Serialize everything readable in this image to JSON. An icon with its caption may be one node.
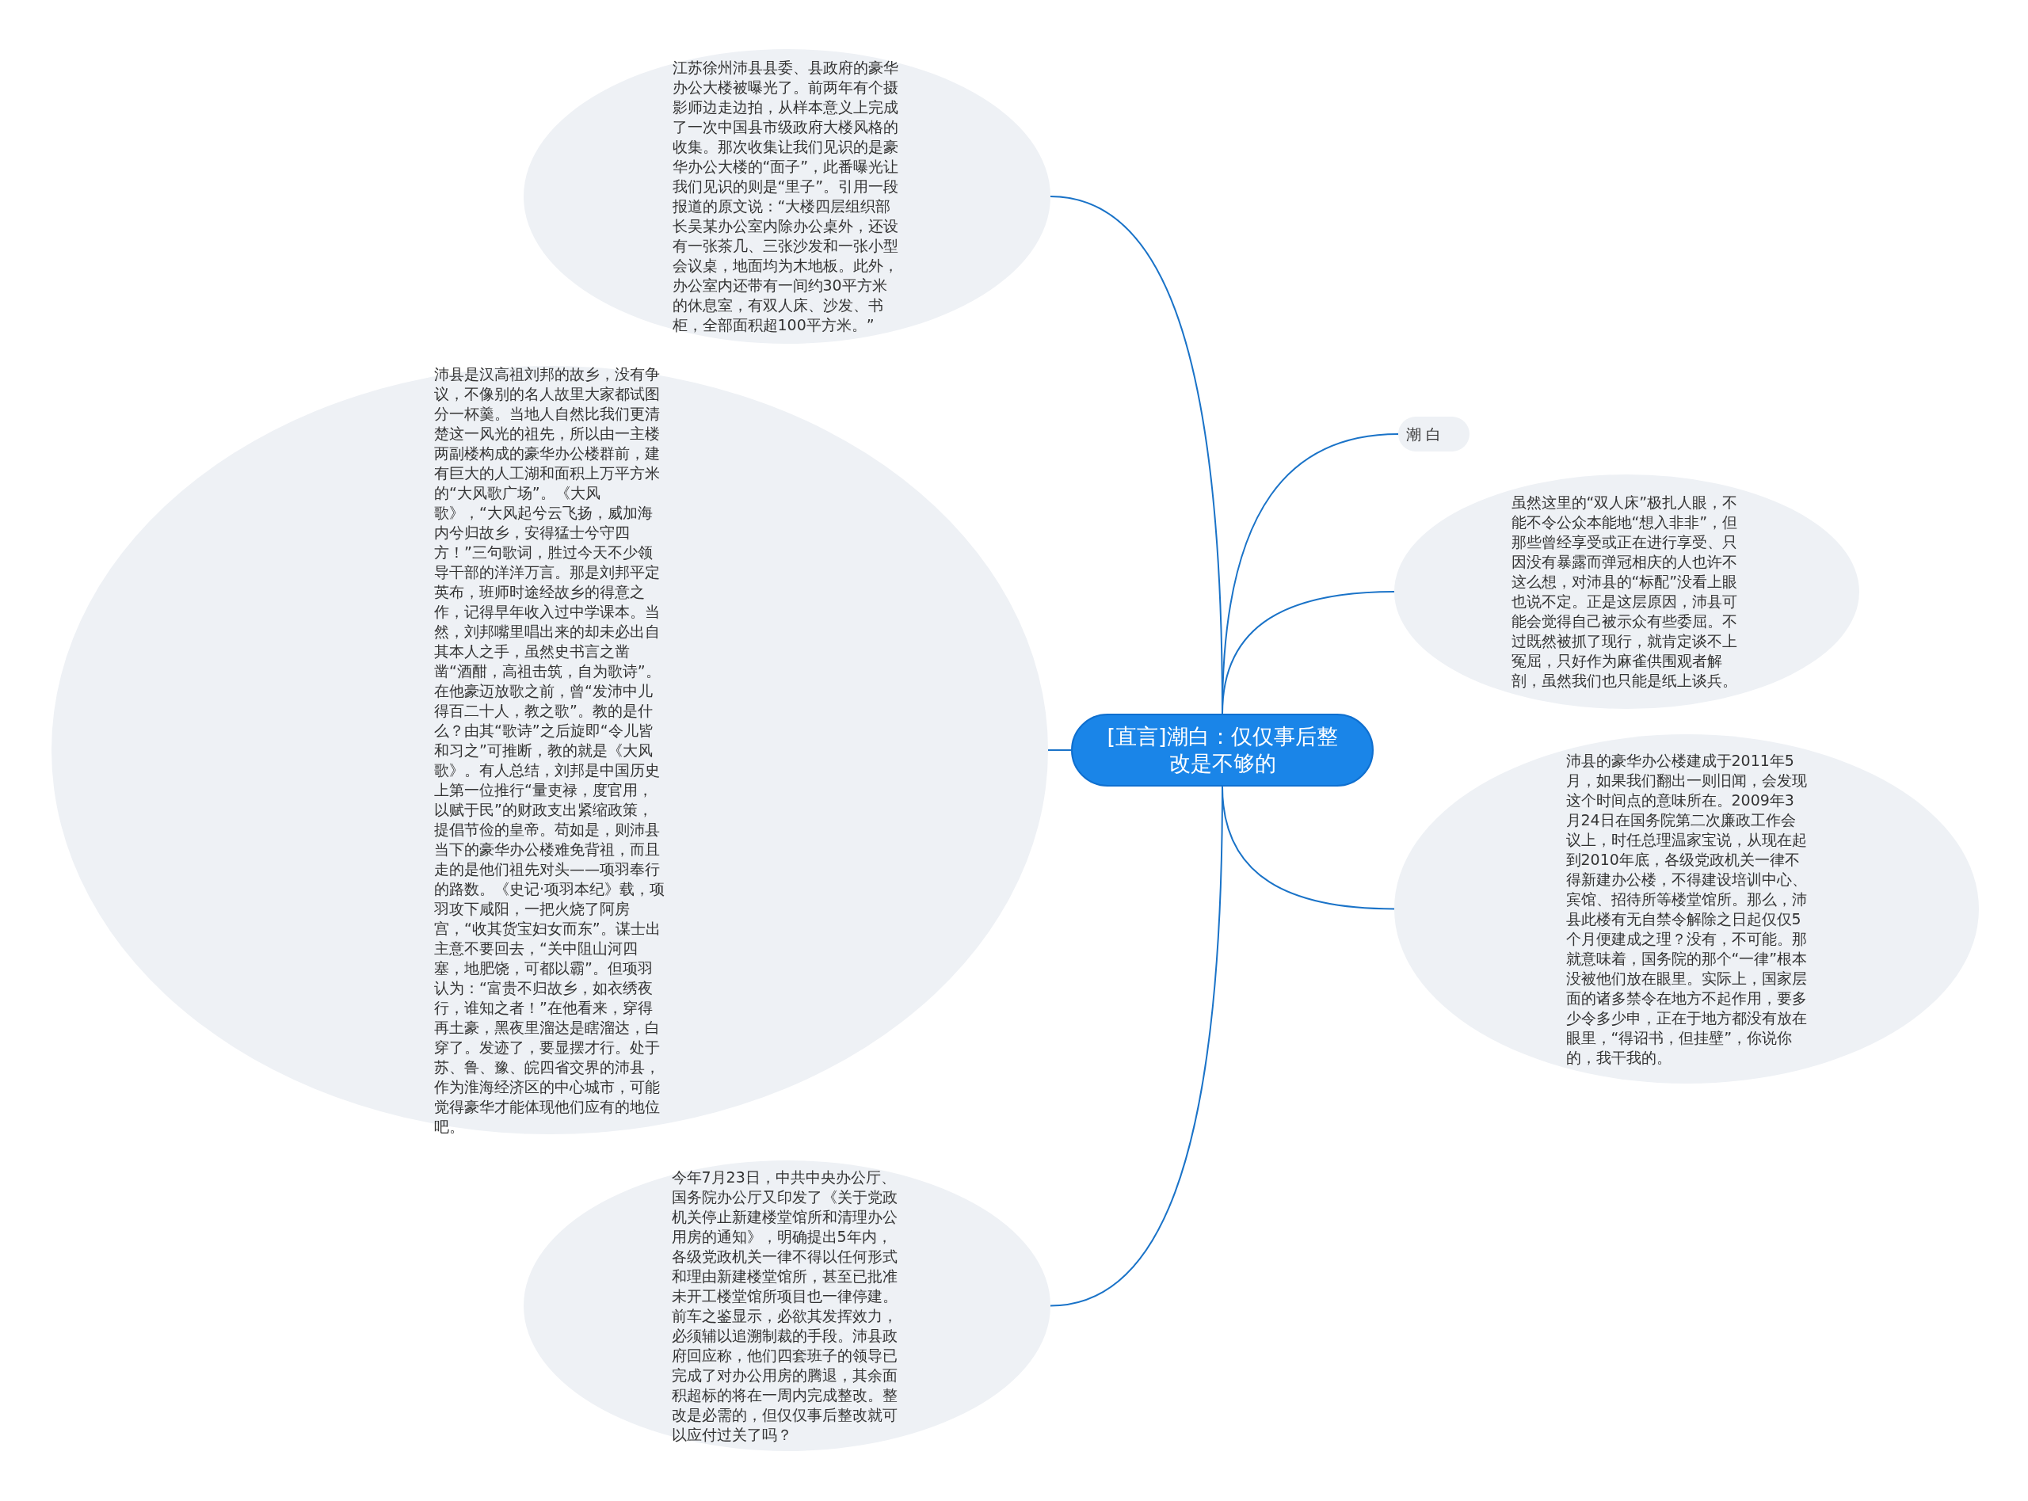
{
  "diagram": {
    "nodes": [
      {
        "text": [
          "[直言]潮白：仅仅事后整改是不够的"
        ]
      },
      {
        "text": [
          "江苏徐州沛县县委、县政府的豪华办公大楼被曝光了。前两年有个摄影师边走边拍，从样本意义上完成了一次中国县市级政府大楼风格的收集。那次收集让我们见识的是豪华办公大楼的“面子”，此番曝光让我们见识的则是“里子”。引用一段报道的原文说：“大楼四层组织部长吴某办公室内除办公桌外，还设有一张茶几、三张沙发和一张小型会议桌，地面均为木地板。此外，办公室内还带有一间约30平方米的休息室，有双人床、沙发、书柜，全部面积超100平方米。”"
        ]
      },
      {
        "text": [
          "沛县是汉高祖刘邦的故乡，没有争议，不像别的名人故里大家都试图分一杯羹。当地人自然比我们更清楚这一风光的祖先，所以由一主楼两副楼构成的豪华办公楼群前，建有巨大的人工湖和面积上万平方米的“大风歌广场”。《大风歌》，“大风起兮云飞扬，威加海内兮归故乡，安得猛士兮守四方！”三句歌词，胜过今天不少领导干部的洋洋万言。那是刘邦平定英布，班师时途经故乡的得意之作，记得早年收入过中学课本。当然，刘邦嘴里唱出来的却未必出自其本人之手，虽然史书言之凿凿“酒酣，高祖击筑，自为歌诗”。在他豪迈放歌之前，曾“发沛中儿得百二十人，教之歌”。教的是什么？由其“歌诗”之后旋即“令儿皆和习之”可推断，教的就是《大风歌》。有人总结，刘邦是中国历史上第一位推行“量吏禄，度官用，以赋于民”的财政支出紧缩政策，提倡节俭的皇帝。苟如是，则沛县当下的豪华办公楼难免背祖，而且走的是他们祖先对头——项羽奉行的路数。《史记·项羽本纪》载，项羽攻下咸阳，一把火烧了阿房宫，“收其货宝妇女而东”。谋士出主意不要回去，“关中阻山河四塞，地肥饶，可都以霸”。但项羽认为：“富贵不归故乡，如衣绣夜行，谁知之者！”在他看来，穿得再土豪，黑夜里溜达是瞎溜达，白穿了。发迹了，要显摆才行。处于苏、鲁、豫、皖四省交界的沛县，作为淮海经济区的中心城市，可能觉得豪华才能体现他们应有的地位吧。"
        ]
      },
      {
        "text": [
          "今年7月23日，中共中央办公厅、国务院办公厅又印发了《关于党政机关停止新建楼堂馆所和清理办公用房的通知》，明确提出5年内，各级党政机关一律不得以任何形式和理由新建楼堂馆所，甚至已批准未开工楼堂馆所项目也一律停建。前车之鉴显示，必欲其发挥效力，必须辅以追溯制裁的手段。沛县政府回应称，他们四套班子的领导已完成了对办公用房的腾退，其余面积超标的将在一周内完成整改。整改是必需的，但仅仅事后整改就可以应付过关了吗？"
        ]
      },
      {
        "text": [
          "潮 白"
        ]
      },
      {
        "text": [
          "虽然这里的“双人床”极扎人眼，不能不令公众本能地“想入非非”，但那些曾经享受或正在进行享受、只因没有暴露而弹冠相庆的人也许不这么想，对沛县的“标配”没看上眼也说不定。正是这层原因，沛县可能会觉得自己被示众有些委屈。不过既然被抓了现行，就肯定谈不上冤屈，只好作为麻雀供围观者解剖，虽然我们也只能是纸上谈兵。"
        ]
      },
      {
        "text": [
          "沛县的豪华办公楼建成于2011年5月，如果我们翻出一则旧闻，会发现这个时间点的意味所在。2009年3月24日在国务院第二次廉政工作会议上，时任总理温家宝说，从现在起到2010年底，各级党政机关一律不得新建办公楼，不得建设培训中心、宾馆、招待所等楼堂馆所。那么，沛县此楼有无自禁令解除之日起仅仅5个月便建成之理？没有，不可能。那就意味着，国务院的那个“一律”根本没被他们放在眼里。实际上，国家层面的诸多禁令在地方不起作用，要多少令多少申，正在于地方都没有放在眼里，“得诏书，但挂壁”，你说你的，我干我的。"
        ]
      }
    ],
    "edges": [
      {
        "from": 0,
        "to": 1,
        "arrow": "none"
      },
      {
        "from": 0,
        "to": 2,
        "arrow": "none"
      },
      {
        "from": 0,
        "to": 3,
        "arrow": "none"
      },
      {
        "from": 0,
        "to": 4,
        "arrow": "none"
      },
      {
        "from": 0,
        "to": 5,
        "arrow": "none"
      },
      {
        "from": 0,
        "to": 6,
        "arrow": "none"
      }
    ]
  }
}
